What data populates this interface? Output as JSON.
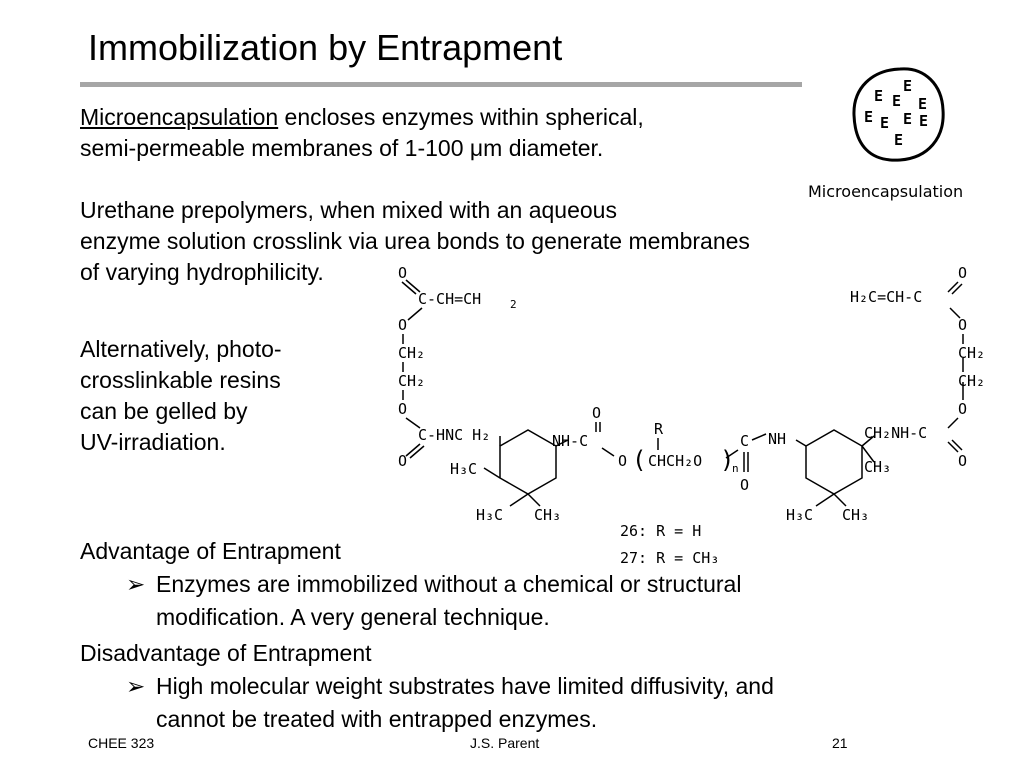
{
  "slide": {
    "title": "Immobilization by Entrapment",
    "p1": {
      "underlined": "Microencapsulation",
      "rest_line1": " encloses enzymes within spherical,",
      "line2_pre": "semi-permeable membranes of 1-100 ",
      "mu": "μ",
      "line2_post": "m diameter."
    },
    "p2": {
      "line1": "Urethane prepolymers, when mixed with an aqueous",
      "line2": "enzyme solution crosslink via urea bonds to generate membranes",
      "line3": "of varying hydrophilicity."
    },
    "p3": {
      "line1": "Alternatively, photo-",
      "line2": "crosslinkable resins",
      "line3": "can be gelled by",
      "line4": "UV-irradiation."
    },
    "advantage": {
      "heading": "Advantage of Entrapment",
      "bullet_line1": "Enzymes are immobilized without a chemical or structural",
      "bullet_line2": "modification.  A very general technique."
    },
    "disadvantage": {
      "heading": "Disadvantage of Entrapment",
      "bullet_line1": "High molecular weight substrates have limited diffusivity, and",
      "bullet_line2": "cannot be treated with entrapped enzymes."
    },
    "bullet_glyph": "➢"
  },
  "figure": {
    "capsule_letter": "E",
    "caption": "Microencapsulation"
  },
  "structure": {
    "o": "O",
    "left_acryl": "C-CH=CH",
    "right_acryl": "H₂C=CH-C",
    "ch2": "CH₂",
    "left_link": "C-HNC H₂",
    "nh_c_left": "NH-C",
    "o_paren": "O",
    "paren_open": "(",
    "chch2o": "CHCH₂O",
    "paren_close": ")",
    "n_sub": "n",
    "c_right": "C",
    "r": "R",
    "nh": "NH",
    "ch2nh_c": "CH₂NH-C",
    "h3c": "H₃C",
    "ch3": "CH₃",
    "two": "2",
    "label26": "26: R = H",
    "label27": "27: R = CH₃"
  },
  "footer": {
    "left": "CHEE 323",
    "center": "J.S. Parent",
    "right": "21"
  }
}
